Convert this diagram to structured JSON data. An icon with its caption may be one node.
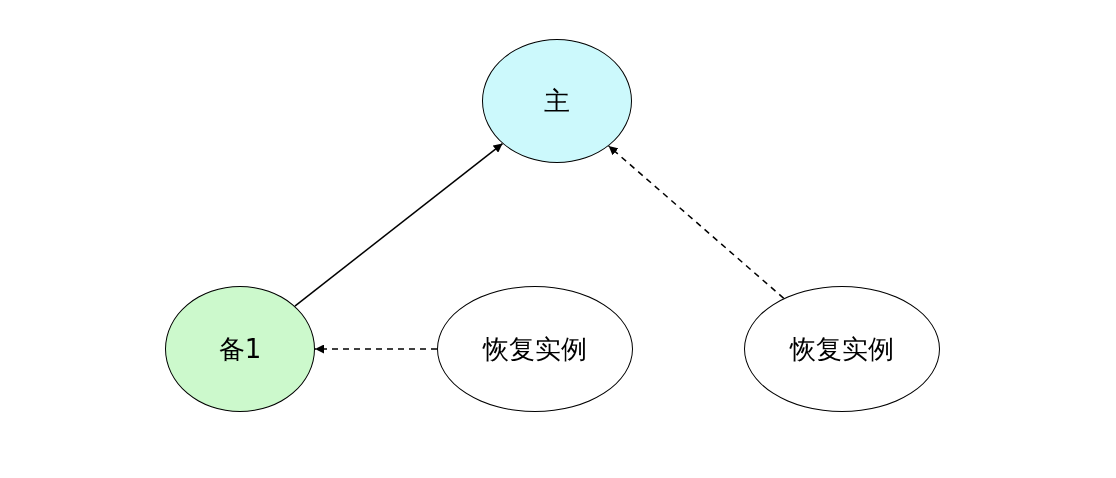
{
  "diagram": {
    "nodes": [
      {
        "text": [
          "主"
        ]
      },
      {
        "text": [
          "备1"
        ]
      },
      {
        "text": [
          "恢复实例"
        ]
      },
      {
        "text": [
          "恢复实例"
        ]
      }
    ],
    "edges": [
      {
        "from": 1,
        "to": 0,
        "arrow": "to"
      },
      {
        "from": 2,
        "to": 1,
        "arrow": "to",
        "style": "dashed"
      },
      {
        "from": 3,
        "to": 0,
        "arrow": "to",
        "style": "dashed"
      }
    ]
  }
}
